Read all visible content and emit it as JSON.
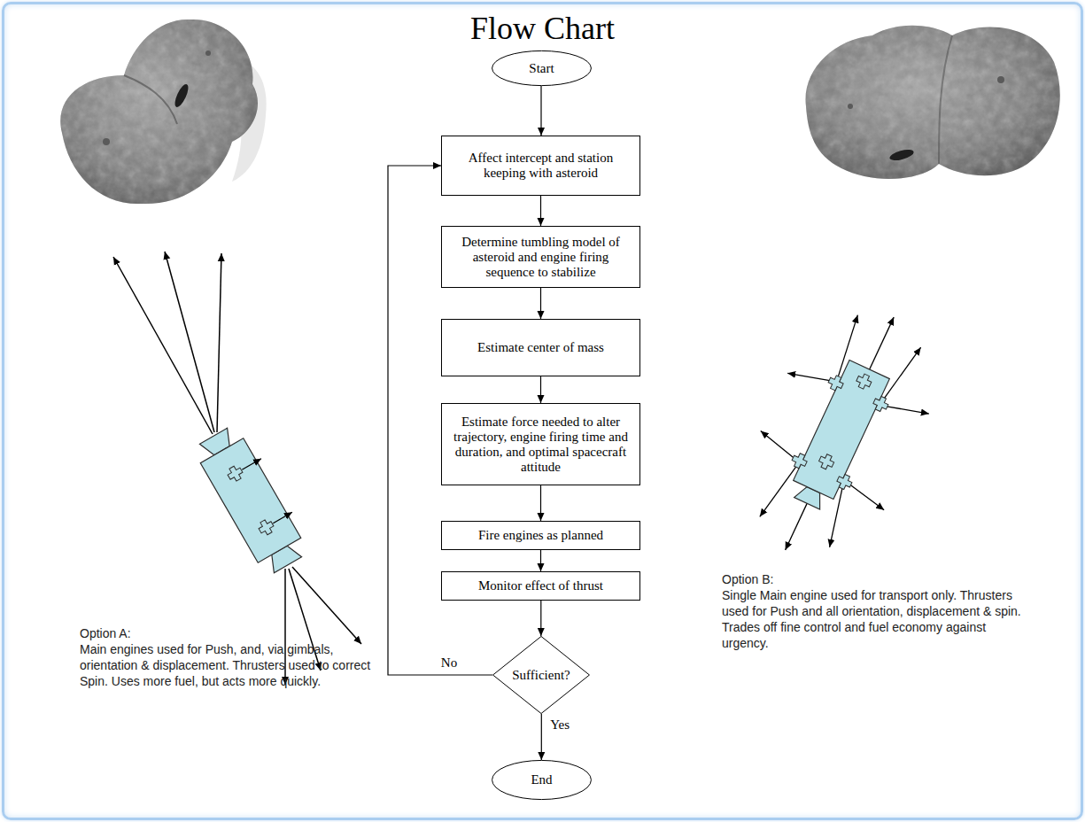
{
  "diagram": {
    "title": "Flow Chart",
    "nodes": [
      {
        "text": [
          "Start"
        ]
      },
      {
        "text": [
          "Affect intercept and station keeping with asteroid"
        ]
      },
      {
        "text": [
          "Determine tumbling model of asteroid and engine firing sequence to stabilize"
        ]
      },
      {
        "text": [
          "Estimate center of mass"
        ]
      },
      {
        "text": [
          "Estimate force needed to alter trajectory, engine firing time and duration, and optimal spacecraft attitude"
        ]
      },
      {
        "text": [
          "Fire engines as planned"
        ]
      },
      {
        "text": [
          "Monitor effect of thrust"
        ]
      },
      {
        "text": [
          "Sufficient?"
        ]
      },
      {
        "text": [
          "End"
        ]
      }
    ],
    "edges": [
      {
        "from": 0,
        "to": 1,
        "arrow": "to"
      },
      {
        "from": 1,
        "to": 2,
        "arrow": "to"
      },
      {
        "from": 2,
        "to": 3,
        "arrow": "to"
      },
      {
        "from": 3,
        "to": 4,
        "arrow": "to"
      },
      {
        "from": 4,
        "to": 5,
        "arrow": "to"
      },
      {
        "from": 5,
        "to": 6,
        "arrow": "to"
      },
      {
        "from": 6,
        "to": 7,
        "arrow": "to"
      },
      {
        "from": 7,
        "to": 1,
        "label": "No",
        "arrow": "to"
      },
      {
        "from": 7,
        "to": 8,
        "label": "Yes",
        "arrow": "to"
      }
    ],
    "labels": [
      "Option A:",
      "Main engines used for Push, and, via gimbals, orientation & displacement. Thrusters used to correct Spin. Uses more fuel, but acts more quickly.",
      "Option B:",
      "Single Main engine used for transport only. Thrusters used for Push and all orientation, displacement & spin. Trades off fine control and fuel economy against urgency."
    ]
  }
}
